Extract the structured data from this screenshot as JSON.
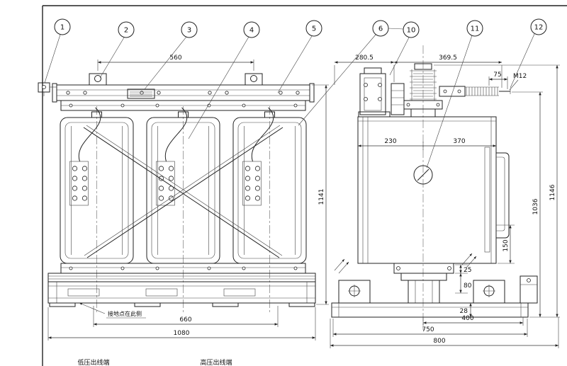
{
  "callouts": [
    "1",
    "2",
    "3",
    "4",
    "5",
    "6",
    "10",
    "11",
    "12"
  ],
  "front": {
    "w560": "560",
    "w660": "660",
    "w1080": "1080",
    "h1141": "1141",
    "ground_note": "接地点在此侧"
  },
  "side": {
    "w280_5": "280.5",
    "w369_5": "369.5",
    "w75": "75",
    "m12": "M12",
    "w230": "230",
    "w370": "370",
    "h1036": "1036",
    "h1146": "1146",
    "h150": "150",
    "h25": "25",
    "h80": "80",
    "h28": "28",
    "w400": "400",
    "w750": "750",
    "w800": "800"
  },
  "footer": {
    "left_label": "低压出线端",
    "right_label": "高压出线端"
  }
}
